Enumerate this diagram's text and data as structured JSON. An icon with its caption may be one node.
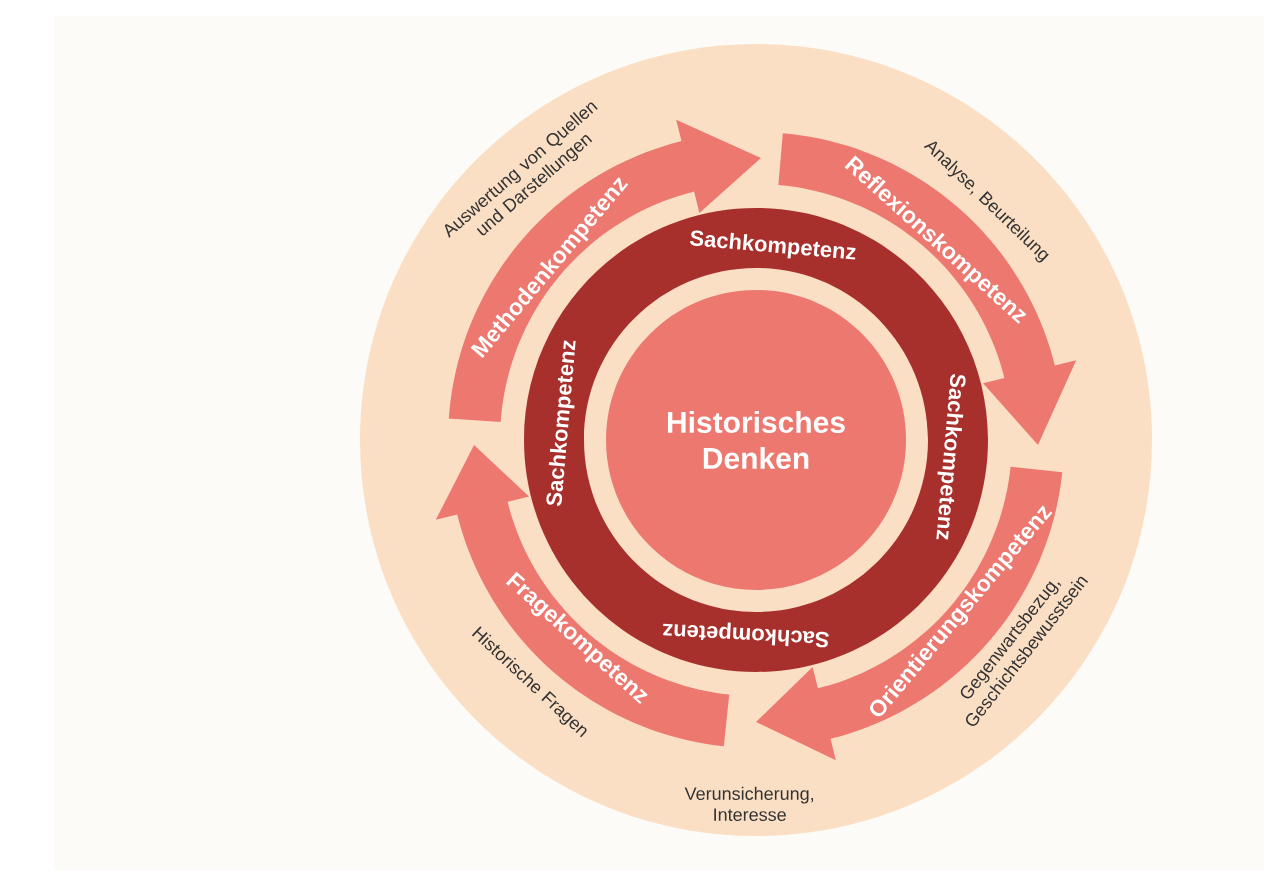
{
  "diagram": {
    "nodes": [
      {
        "text": [],
        "shape": "circle"
      },
      {
        "text": [
          "Historisches Denken"
        ],
        "in": 2
      },
      {
        "text": [
          "Sachkompetenz",
          "Sachkompetenz",
          "Sachkompetenz",
          "Sachkompetenz"
        ],
        "in": 0
      },
      {
        "text": [
          "Methodenkompetenz"
        ],
        "beside": [
          "Auswertung von Quellen und Darstellungen"
        ],
        "in": 0
      },
      {
        "text": [
          "Reflexionskompetenz"
        ],
        "beside": [
          "Analyse, Beurteilung"
        ],
        "in": 0
      },
      {
        "text": [
          "Orientierungskompetenz"
        ],
        "beside": [
          "Gegenwartsbezug, Geschichtsbewusstsein"
        ],
        "in": 0
      },
      {
        "text": [
          "Fragekompetenz"
        ],
        "beside": [
          "Historische Fragen"
        ],
        "in": 0
      }
    ],
    "labels": [
      "Verunsicherung, Interesse"
    ]
  }
}
